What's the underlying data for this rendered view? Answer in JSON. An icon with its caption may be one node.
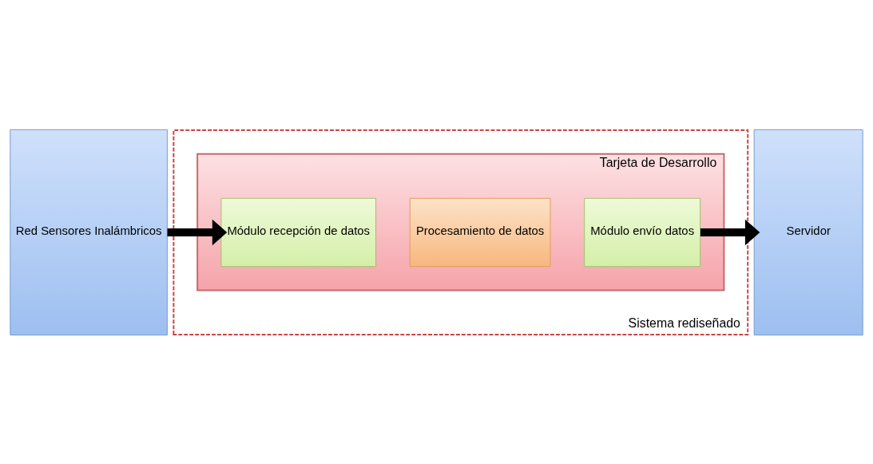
{
  "diagram": {
    "nodes": [
      {
        "text": [
          "Red Sensores Inalámbricos"
        ]
      },
      {
        "text": [
          "Sistema rediseñado"
        ]
      },
      {
        "text": [
          "Tarjeta de Desarrollo"
        ],
        "in": 1
      },
      {
        "text": [
          "Módulo recepción de datos"
        ],
        "in": 2
      },
      {
        "text": [
          "Procesamiento de datos"
        ],
        "in": 2
      },
      {
        "text": [
          "Módulo envío datos"
        ],
        "in": 2
      },
      {
        "text": [
          "Servidor"
        ]
      }
    ],
    "edges": [
      {
        "from": 0,
        "to": 3,
        "arrow": "to"
      },
      {
        "from": 5,
        "to": 6,
        "arrow": "to"
      }
    ]
  }
}
